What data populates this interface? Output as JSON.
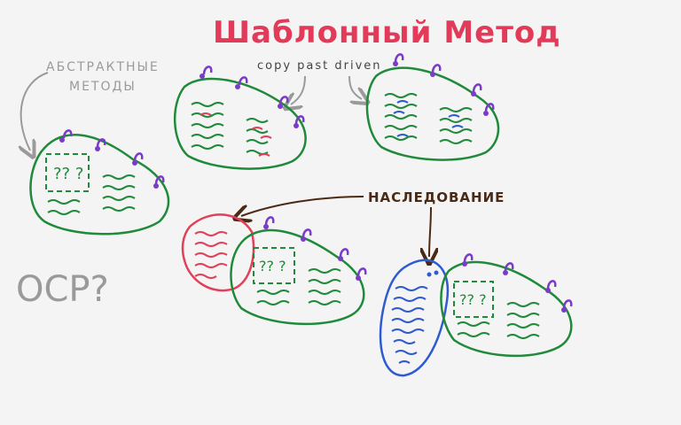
{
  "title": "Шаблонный Метод",
  "labels": {
    "abstract_methods": [
      "АБСТРАКТНЫЕ",
      "МЕТОДЫ"
    ],
    "copy_paste": "copy past driven",
    "inheritance": "НАСЛЕДОВАНИЕ",
    "ocp": "OCP?"
  },
  "colors": {
    "title": "#e23b5a",
    "green": "#1f8a3a",
    "red": "#e0405a",
    "blue": "#2f5bd0",
    "purple": "#7a3cc7",
    "gray": "#9a9a9a",
    "brown": "#4a2a14"
  },
  "icons": [
    "question-mark-icon"
  ]
}
